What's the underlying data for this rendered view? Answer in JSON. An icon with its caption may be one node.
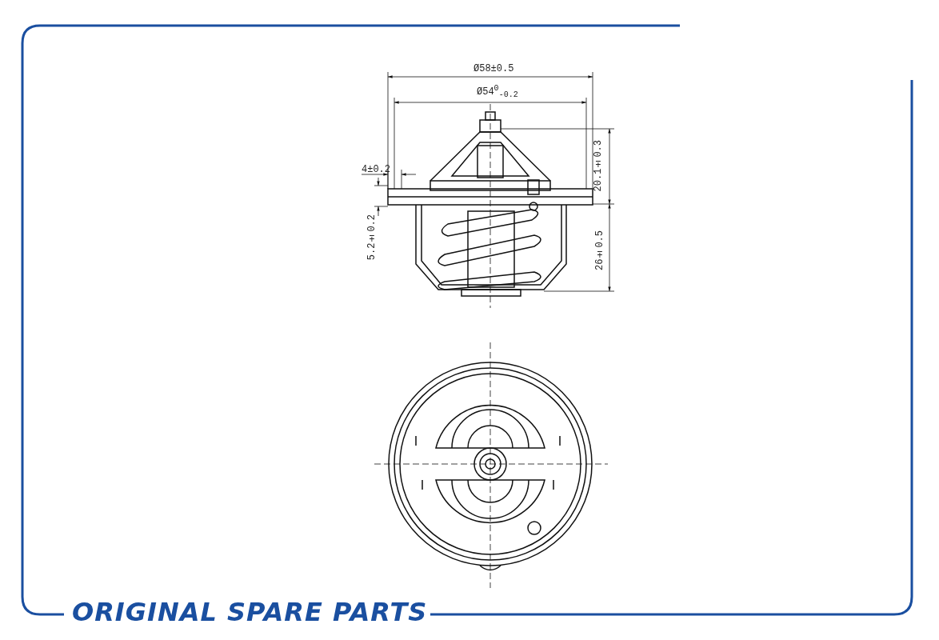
{
  "diagram": {
    "labels": [
      "Ø58±0.5",
      "Ø54$^{0}$$_{-0.2}$",
      "4±0.2",
      "20.1±0.3",
      "5.2±0.2",
      "26±0.5",
      "ORIGINAL SPARE PARTS"
    ]
  }
}
